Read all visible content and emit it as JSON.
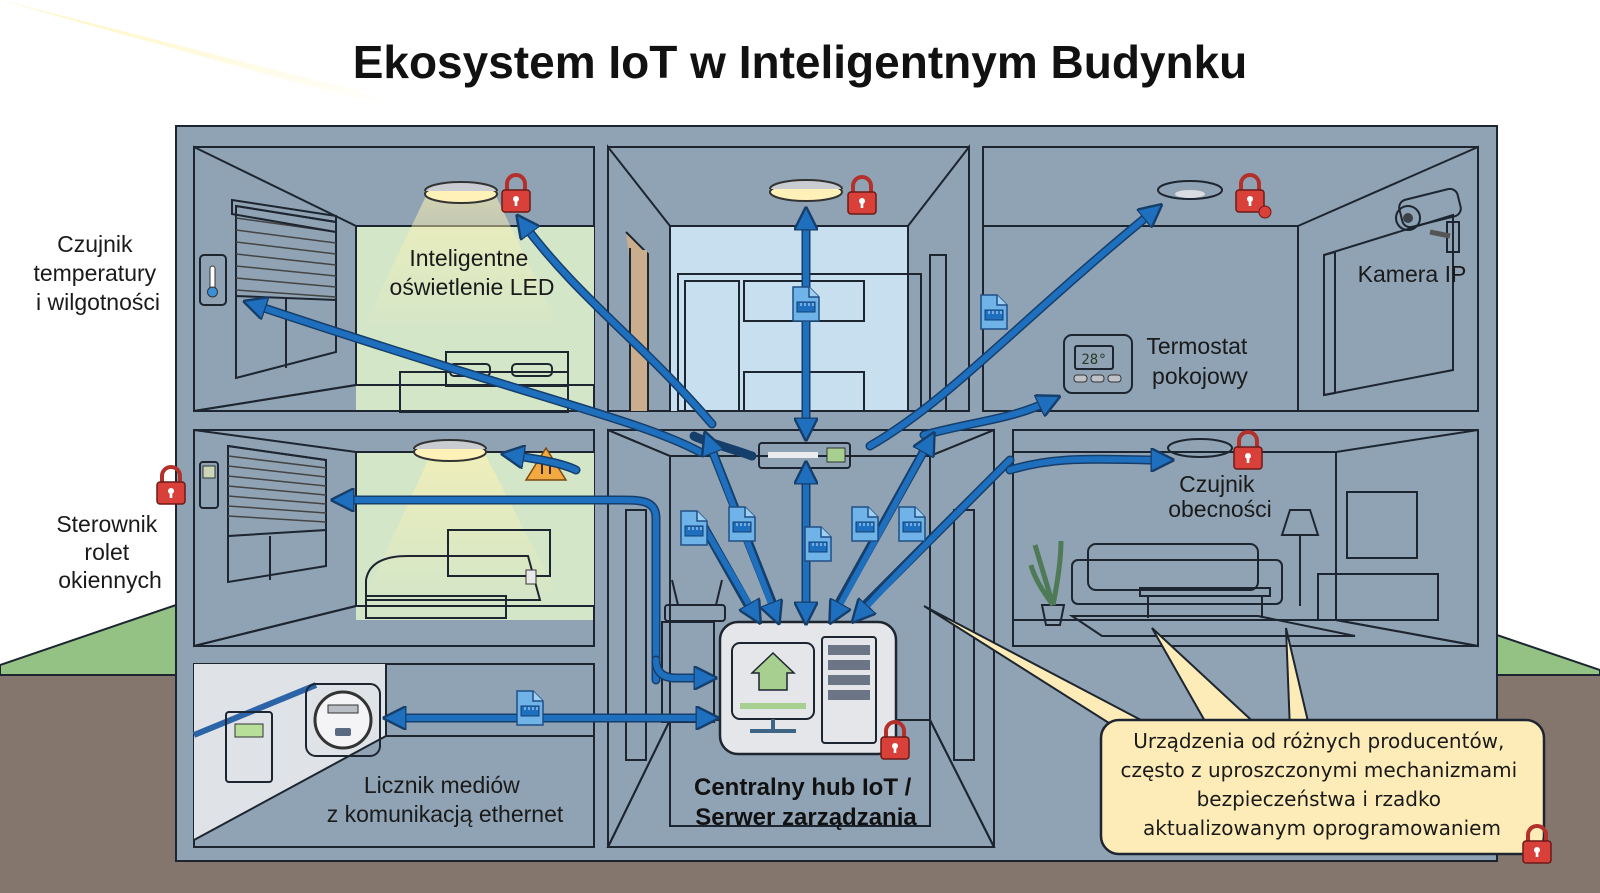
{
  "title": "Ekosystem IoT w Inteligentnym Budynku",
  "labels": {
    "temp_sensor": [
      "Czujnik",
      "temperatury",
      "i wilgotności"
    ],
    "led_lighting": [
      "Inteligentne",
      "oświetlenie LED"
    ],
    "ip_camera": [
      "Kamera IP"
    ],
    "thermostat": [
      "Termostat",
      "pokojowy"
    ],
    "blind_controller": [
      "Sterownik",
      "rolet",
      "okiennych"
    ],
    "presence_sensor": [
      "Czujnik",
      "obecności"
    ],
    "utility_meter": [
      "Licznik mediów",
      "z komunikacją ethernet"
    ],
    "central_hub": [
      "Centralny hub IoT /",
      "Serwer zarządzania"
    ]
  },
  "thermostat_display": "28°",
  "callout": {
    "lines": [
      "Urządzenia od różnych producentów,",
      "często z uproszczonymi mechanizmami",
      "bezpieczeństwa i rzadko",
      "aktualizowanym oprogramowaniem"
    ]
  },
  "icons": {
    "lock": "padlock-icon",
    "lock_gear": "padlock-gear-icon",
    "warning": "warning-triangle-icon",
    "packet": "network-packet-icon",
    "switch": "network-switch-icon",
    "router": "wifi-router-icon",
    "hub": "smart-home-hub-icon",
    "server": "server-tower-icon"
  },
  "colors": {
    "flow_arrow": "#1f6fbf",
    "lock_red": "#d9403a",
    "callout_fill": "#fdecb8",
    "building_frame": "#8fa3b4",
    "soil": "#85766d",
    "grass": "#94c285"
  }
}
